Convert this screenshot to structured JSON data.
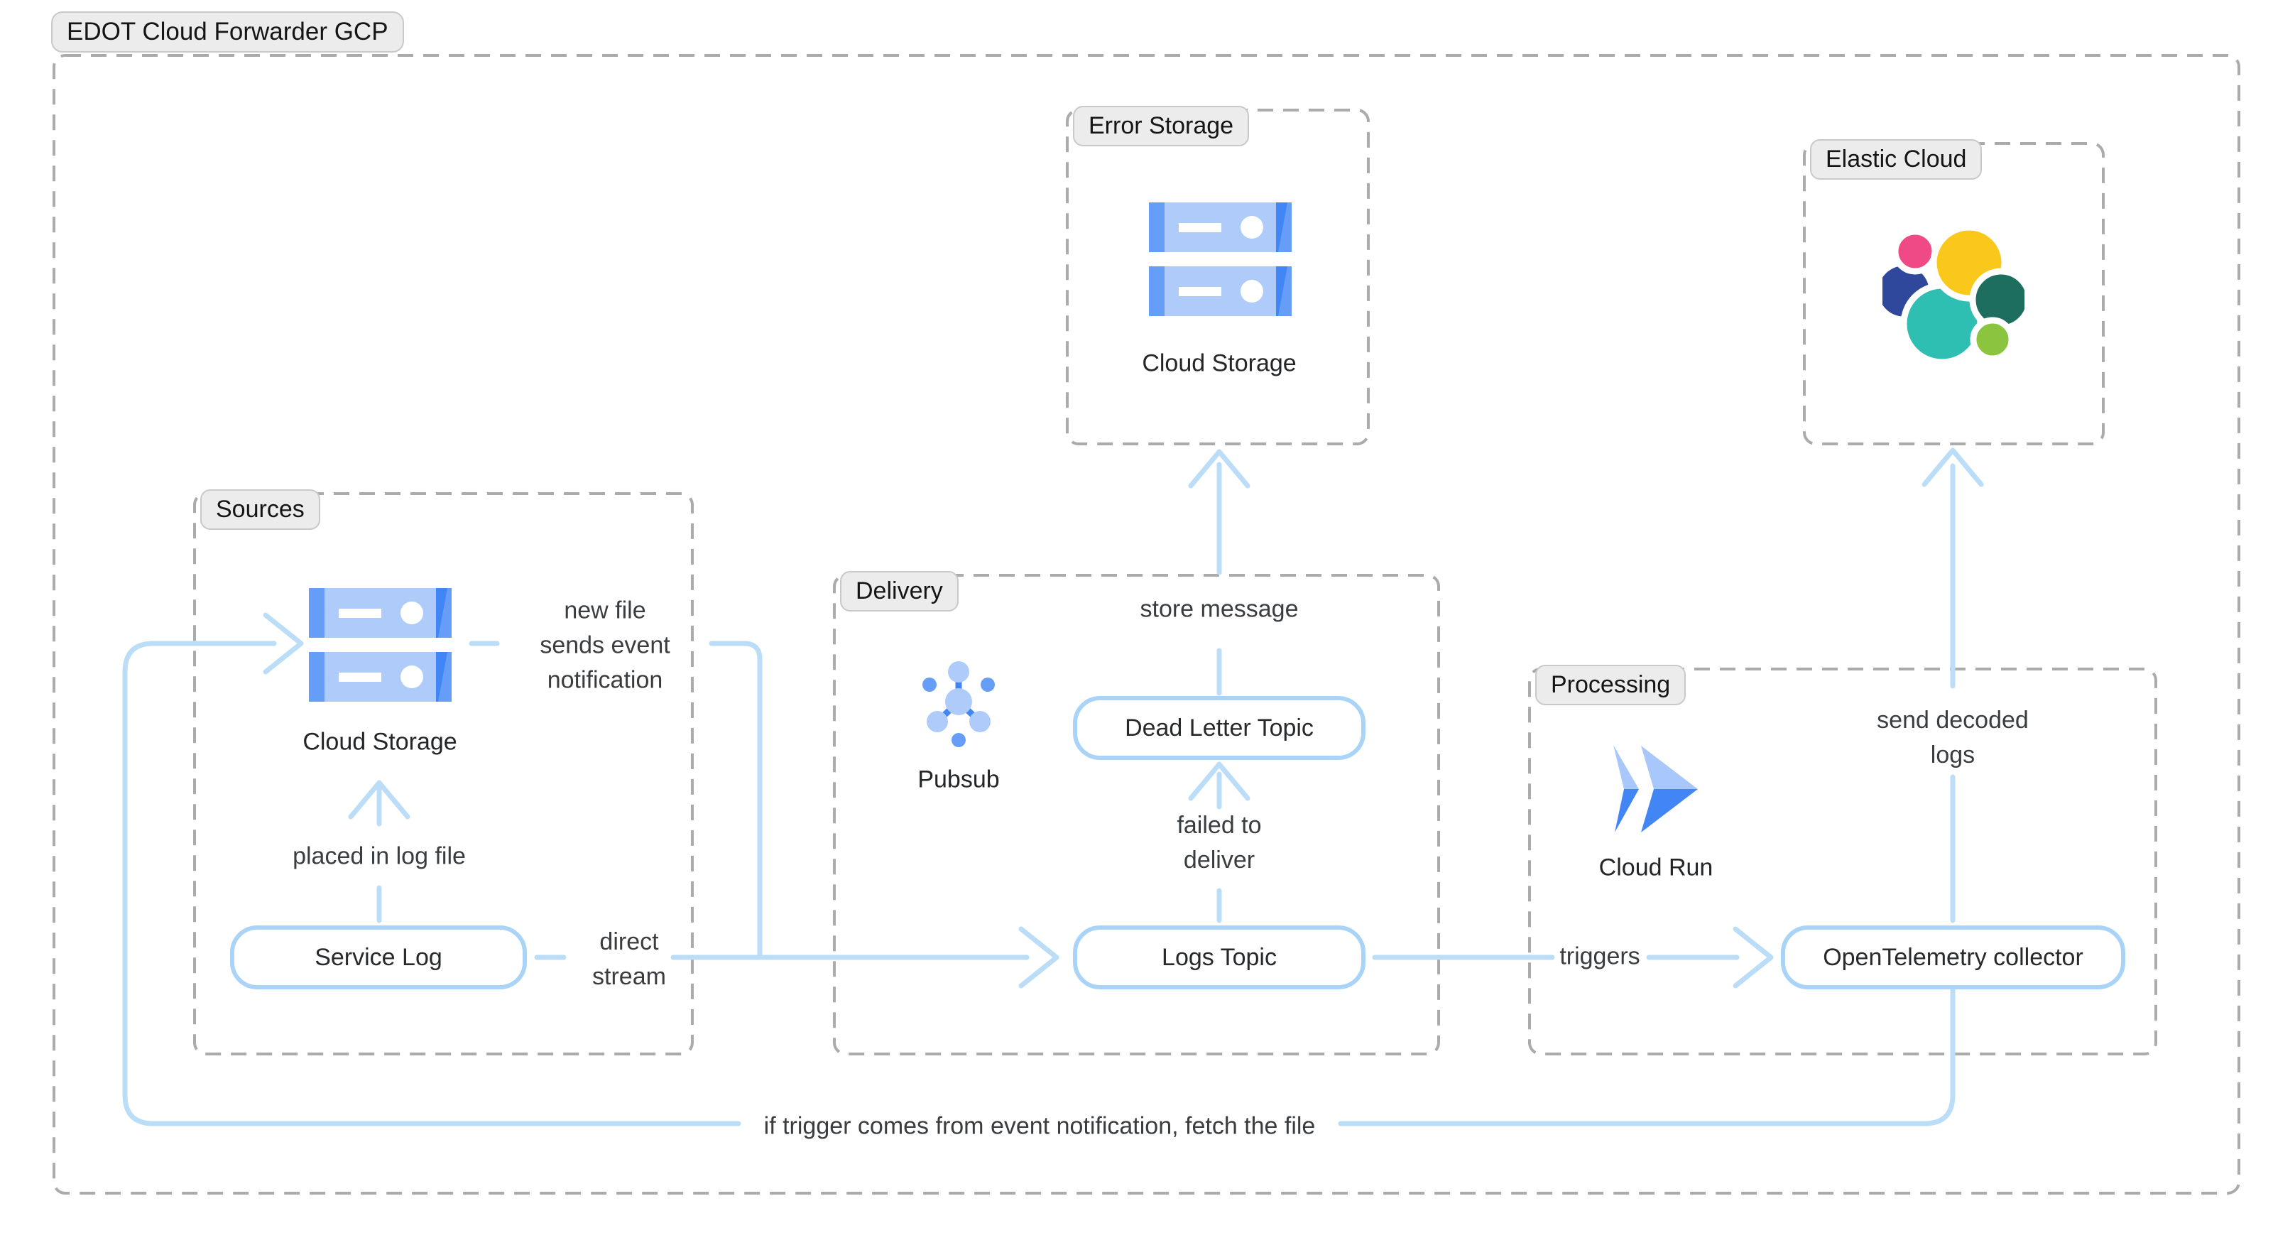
{
  "title_badge": "EDOT Cloud Forwarder GCP",
  "groups": {
    "sources": {
      "label": "Sources"
    },
    "delivery": {
      "label": "Delivery"
    },
    "processing": {
      "label": "Processing"
    },
    "error_storage": {
      "label": "Error Storage"
    },
    "elastic_cloud": {
      "label": "Elastic Cloud"
    }
  },
  "nodes": {
    "cloud_storage_sources": {
      "label": "Cloud Storage",
      "icon": "cloud-storage-icon"
    },
    "service_log": {
      "label": "Service Log"
    },
    "pubsub": {
      "label": "Pubsub",
      "icon": "pubsub-icon"
    },
    "dead_letter_topic": {
      "label": "Dead Letter Topic"
    },
    "logs_topic": {
      "label": "Logs Topic"
    },
    "cloud_run": {
      "label": "Cloud Run",
      "icon": "cloud-run-icon"
    },
    "otel_collector": {
      "label": "OpenTelemetry collector"
    },
    "cloud_storage_error": {
      "label": "Cloud Storage",
      "icon": "cloud-storage-icon"
    },
    "elastic": {
      "icon": "elastic-logo-icon"
    }
  },
  "edge_labels": {
    "placed_in_log_file": {
      "lines": [
        "placed in log file"
      ]
    },
    "new_file_event": {
      "lines": [
        "new file",
        "sends event",
        "notification"
      ]
    },
    "direct_stream": {
      "lines": [
        "direct",
        "stream"
      ]
    },
    "store_message": {
      "lines": [
        "store message"
      ]
    },
    "failed_to_deliver": {
      "lines": [
        "failed to",
        "deliver"
      ]
    },
    "triggers": {
      "lines": [
        "triggers"
      ]
    },
    "send_decoded_logs": {
      "lines": [
        "send decoded",
        "logs"
      ]
    },
    "fetch_file": {
      "lines": [
        "if trigger comes from event notification, fetch the file"
      ]
    }
  },
  "colors": {
    "edge_blue": "#BBDDF8",
    "node_border_blue": "#A9D4F7",
    "group_border_gray": "#ABABAB",
    "badge_bg": "#ECECEC",
    "badge_border": "#C9C9C9",
    "gcp_blue_light": "#AECBFA",
    "gcp_blue_mid": "#669DF6",
    "gcp_blue_dark": "#4285F4",
    "elastic_yellow": "#F9C81A",
    "elastic_pink": "#EF4A86",
    "elastic_navy": "#30489B",
    "elastic_teal": "#2FBEB2",
    "elastic_green_dark": "#1D6E5F",
    "elastic_green_light": "#8BC53F"
  }
}
